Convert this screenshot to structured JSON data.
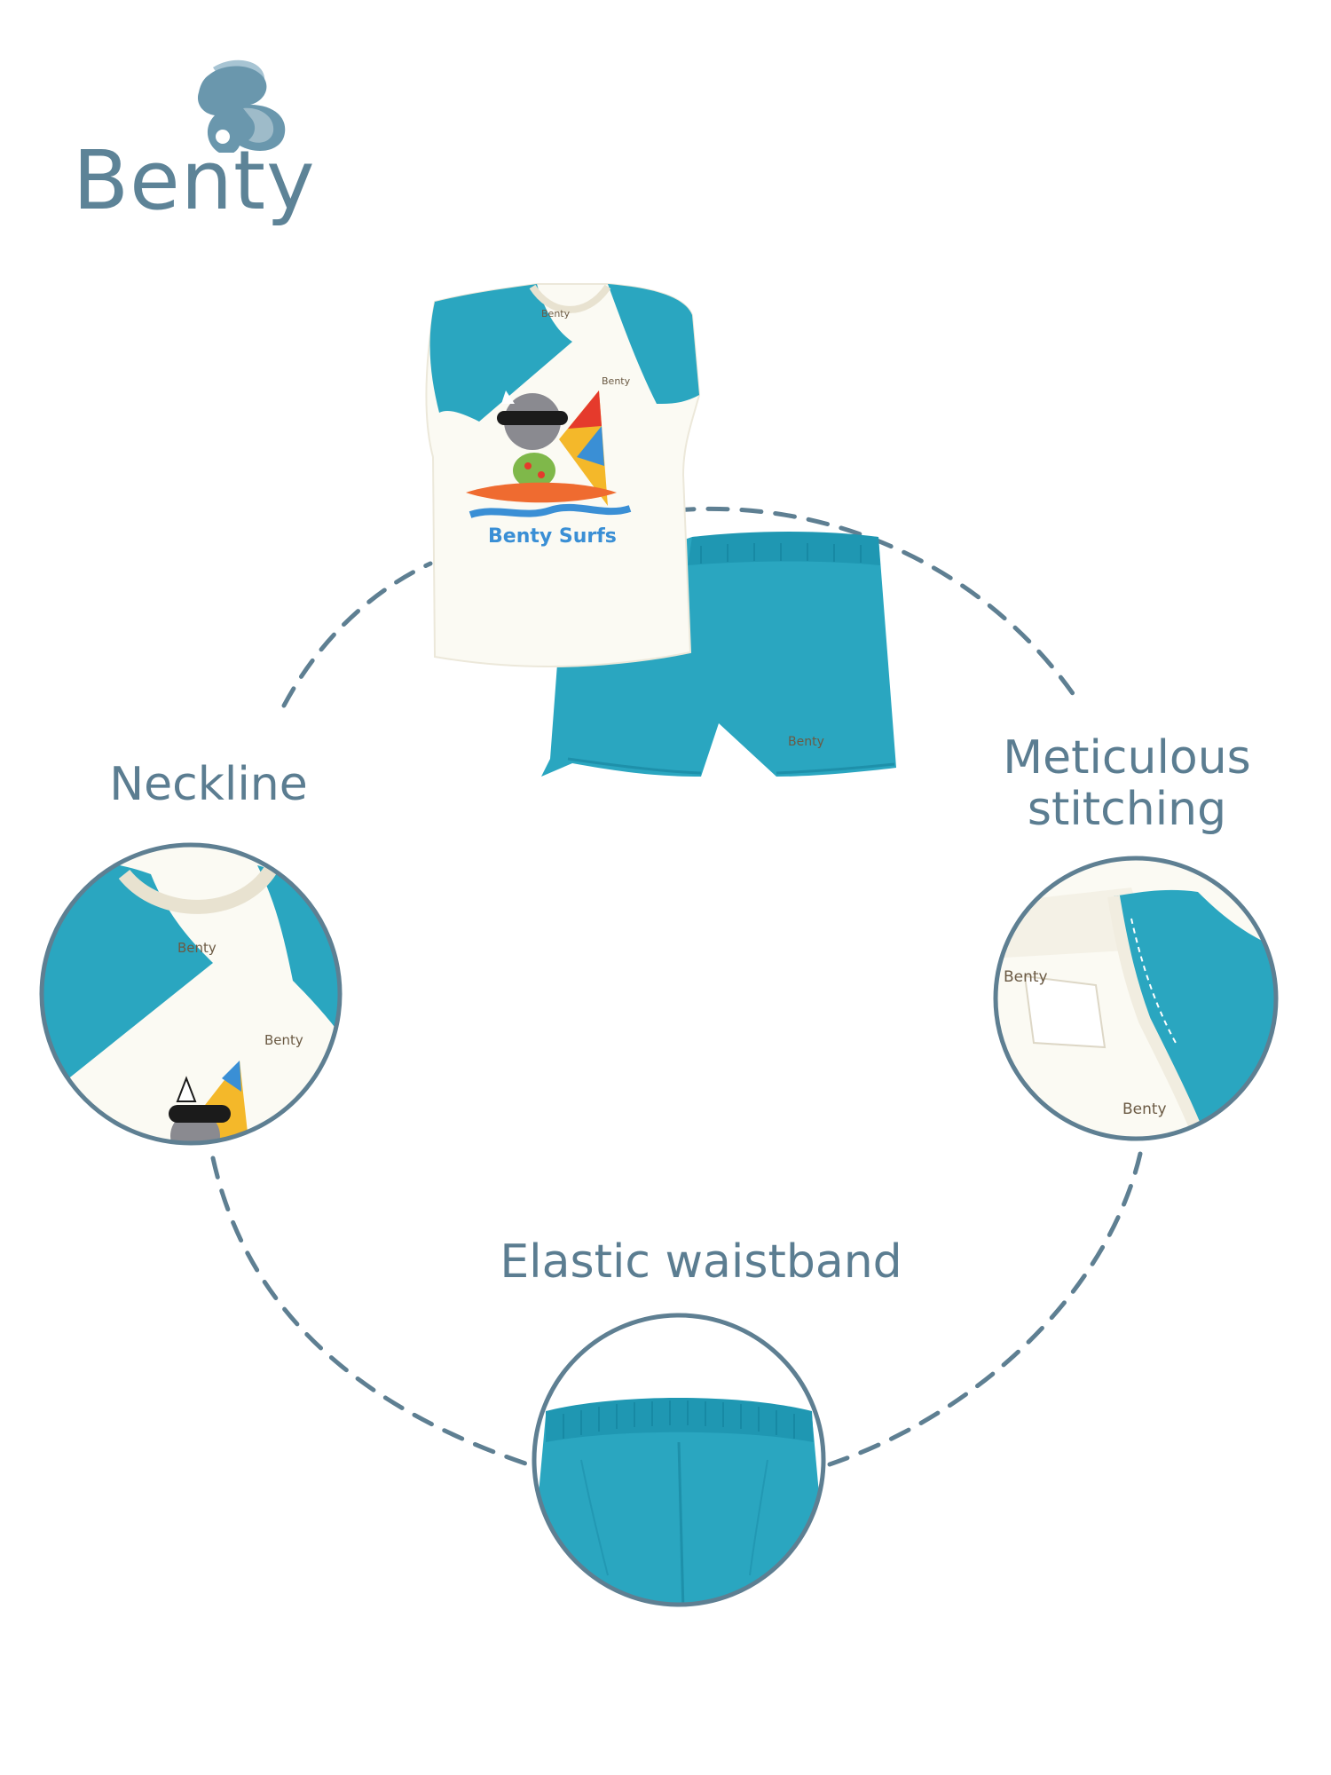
{
  "brand": {
    "name": "Benty",
    "color": "#5d8397",
    "logo_icon": "butterfly-b-icon"
  },
  "product": {
    "tank_print_text": "Benty Surfs",
    "tank_chest_label": "Benty",
    "neck_tag_label": "Benty",
    "shorts_label": "Benty",
    "main_color": "#28a3bd",
    "trim_color": "#fbfaf3"
  },
  "features": {
    "neckline": {
      "label": "Neckline",
      "detail_label": "Benty"
    },
    "stitching": {
      "label": "Meticulous stitching",
      "detail_tag": "Benty",
      "detail_chest": "Benty"
    },
    "waistband": {
      "label": "Elastic waistband"
    }
  },
  "colors": {
    "dashed_circle": "#5e7f92",
    "caption": "#5b7d91"
  }
}
